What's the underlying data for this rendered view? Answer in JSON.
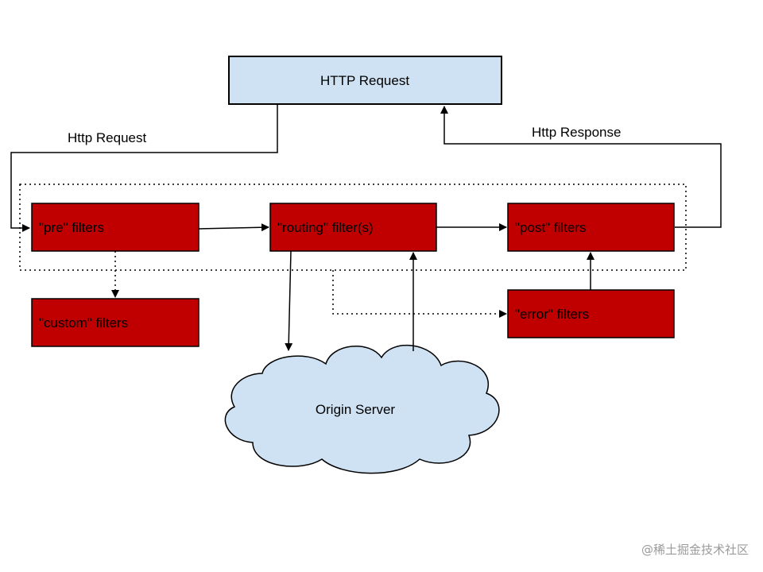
{
  "nodes": {
    "http_request_box": "HTTP Request",
    "pre_filters": "\"pre\" filters",
    "routing_filters": "\"routing\" filter(s)",
    "post_filters": "\"post\" filters",
    "custom_filters": "\"custom\" filters",
    "error_filters": "\"error\" filters",
    "origin_server": "Origin Server"
  },
  "edge_labels": {
    "http_request": "Http Request",
    "http_response": "Http Response"
  },
  "watermark": "@稀土掘金技术社区",
  "colors": {
    "filter_fill": "#c00000",
    "request_fill": "#cfe2f3",
    "cloud_fill": "#cfe2f3",
    "stroke": "#000000"
  }
}
